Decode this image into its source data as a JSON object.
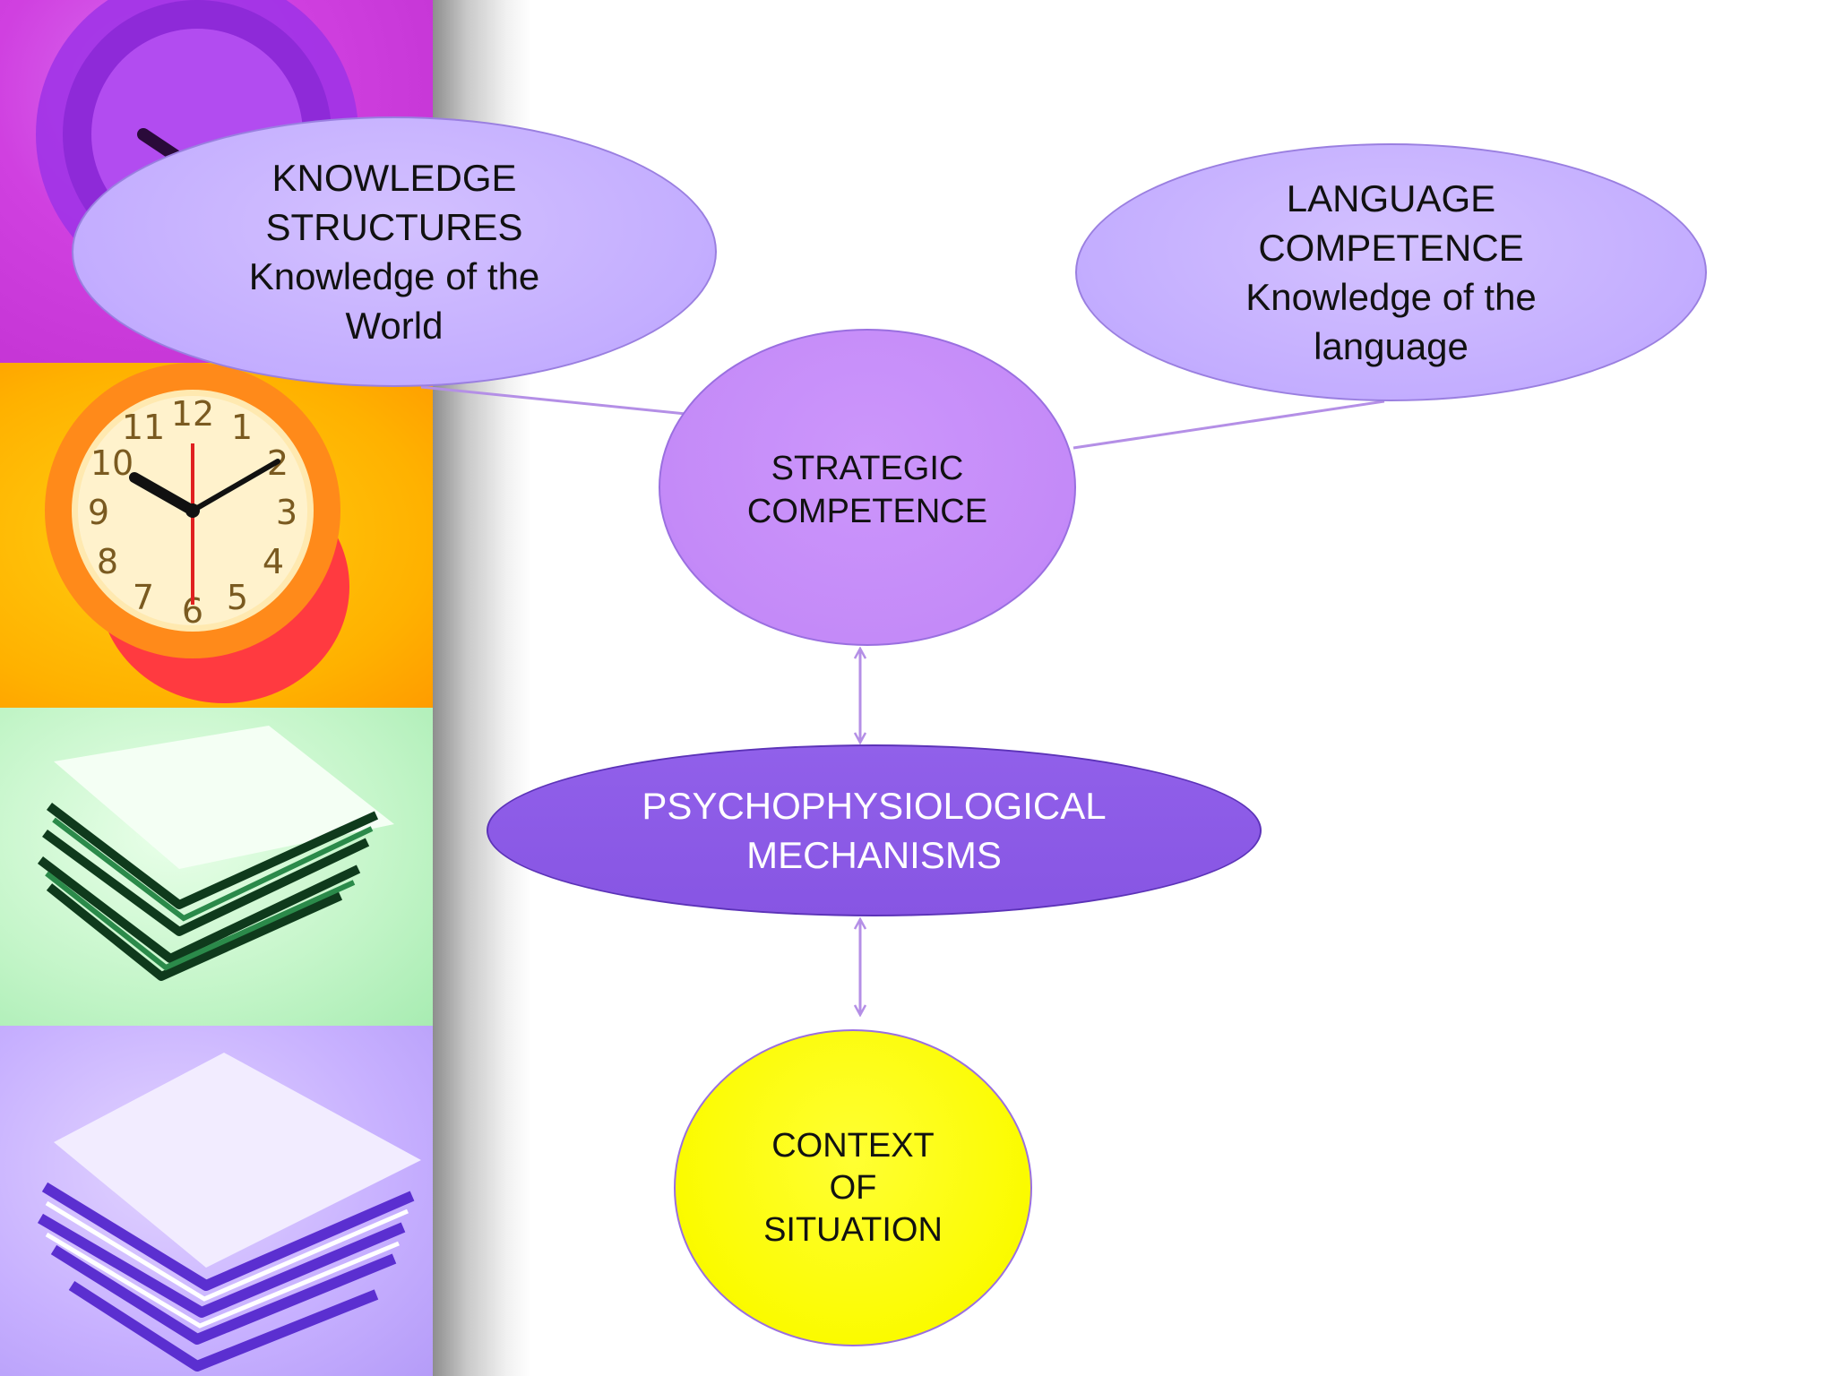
{
  "diagram": {
    "nodes": {
      "knowledge": {
        "text": "KNOWLEDGE\nSTRUCTURES\nKnowledge of the\nWorld"
      },
      "language": {
        "text": "LANGUAGE\nCOMPETENCE\nKnowledge of the\nlanguage"
      },
      "strategic": {
        "text": "STRATEGIC\nCOMPETENCE"
      },
      "psycho": {
        "text": "PSYCHOPHYSIOLOGICAL\nMECHANISMS"
      },
      "context": {
        "text": "CONTEXT\nOF\nSITUATION"
      }
    },
    "edges": [
      {
        "from": "knowledge",
        "to": "strategic",
        "type": "line"
      },
      {
        "from": "language",
        "to": "strategic",
        "type": "line"
      },
      {
        "from": "strategic",
        "to": "psycho",
        "type": "double-arrow"
      },
      {
        "from": "psycho",
        "to": "context",
        "type": "double-arrow"
      }
    ]
  },
  "colors": {
    "ellipse_lavender": "#c3adff",
    "ellipse_violet": "#c48af8",
    "ellipse_dark_purple": "#8755e3",
    "ellipse_yellow": "#fbfb00",
    "connector": "#b48fe6"
  },
  "decoration": {
    "left_strip_images": [
      "clock-image",
      "clock-image",
      "papers-stack-image",
      "papers-stack-image"
    ]
  }
}
